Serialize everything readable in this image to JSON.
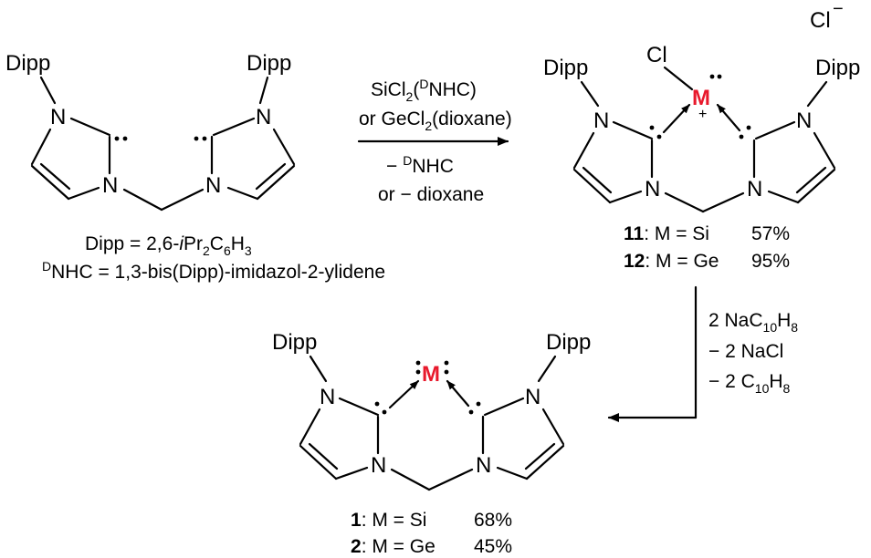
{
  "counterion": "Cl",
  "counterion_charge": "−",
  "atoms": {
    "dipp": "Dipp",
    "nitrogen": "N",
    "metal": "M",
    "chlorine": "Cl",
    "plus": "+"
  },
  "reaction1": {
    "reagent_line1_a": "SiCl",
    "reagent_line1_sub": "2",
    "reagent_line1_paren": "(",
    "reagent_line1_sup": "D",
    "reagent_line1_end": "NHC)",
    "reagent_line2": "or GeCl",
    "reagent_line2_sub": "2",
    "reagent_line2_end": "(dioxane)",
    "byproduct_line1_minus": "−",
    "byproduct_line1_sup": "D",
    "byproduct_line1_end": "NHC",
    "byproduct_line2": "or  − dioxane"
  },
  "definitions": {
    "dipp_a": "Dipp = 2,6-",
    "dipp_i": "i",
    "dipp_pr": "Pr",
    "dipp_sub2": "2",
    "dipp_c": "C",
    "dipp_sub6": "6",
    "dipp_h": "H",
    "dipp_sub3": "3",
    "dnhc_sup": "D",
    "dnhc_text": "NHC = 1,3-bis(Dipp)-imidazol-2-ylidene"
  },
  "products_top": [
    {
      "number": "11",
      "text": ": M = Si",
      "yield": "57%"
    },
    {
      "number": "12",
      "text": ": M = Ge",
      "yield": "95%"
    }
  ],
  "reaction2": {
    "line1_a": "2 NaC",
    "line1_sub1": "10",
    "line1_b": "H",
    "line1_sub2": "8",
    "line2": "− 2 NaCl",
    "line3_a": "− 2 C",
    "line3_sub1": "10",
    "line3_b": "H",
    "line3_sub2": "8"
  },
  "products_bottom": [
    {
      "number": "1",
      "text": ": M = Si",
      "yield": "68%"
    },
    {
      "number": "2",
      "text": ": M = Ge",
      "yield": "45%"
    }
  ]
}
